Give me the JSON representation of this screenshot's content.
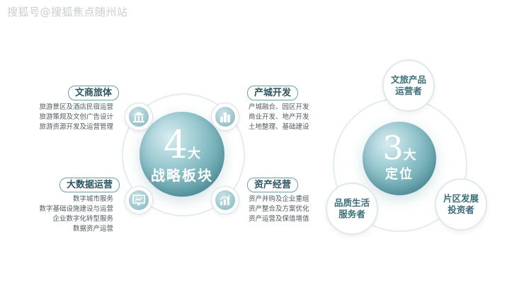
{
  "watermark": "搜狐号@搜狐焦点随州站",
  "left_diagram": {
    "center": {
      "number": "4",
      "suffix": "大",
      "subtitle": "战略板块"
    },
    "sectors": [
      {
        "title": "文商旅体",
        "icon": "building-icon",
        "lines": [
          "旅游景区及酒店民宿运营",
          "旅游策规及文创广告设计",
          "旅游资源开发及运营管理"
        ]
      },
      {
        "title": "产城开发",
        "icon": "city-icon",
        "lines": [
          "产城融合、园区开发",
          "商业开发、地产开发",
          "土地整理、基础建设"
        ]
      },
      {
        "title": "大数据运营",
        "icon": "monitor-chart-icon",
        "lines": [
          "数字城市服务",
          "数字基础设施建设与运营",
          "企业数字化转型服务",
          "数据资产运营"
        ]
      },
      {
        "title": "资产经营",
        "icon": "growth-chart-icon",
        "lines": [
          "资产并购及企业重组",
          "资产整合及方案优化",
          "资产运营及保值增值"
        ]
      }
    ]
  },
  "right_diagram": {
    "center": {
      "number": "3",
      "suffix": "大",
      "subtitle": "定位"
    },
    "roles": [
      {
        "line1": "文旅产品",
        "line2": "运营者"
      },
      {
        "line1": "品质生活",
        "line2": "服务者"
      },
      {
        "line1": "片区发展",
        "line2": "投资者"
      }
    ]
  },
  "colors": {
    "accent": "#5f9ea8",
    "pill_border": "#6a9ea8",
    "text": "#4f5a5e"
  }
}
